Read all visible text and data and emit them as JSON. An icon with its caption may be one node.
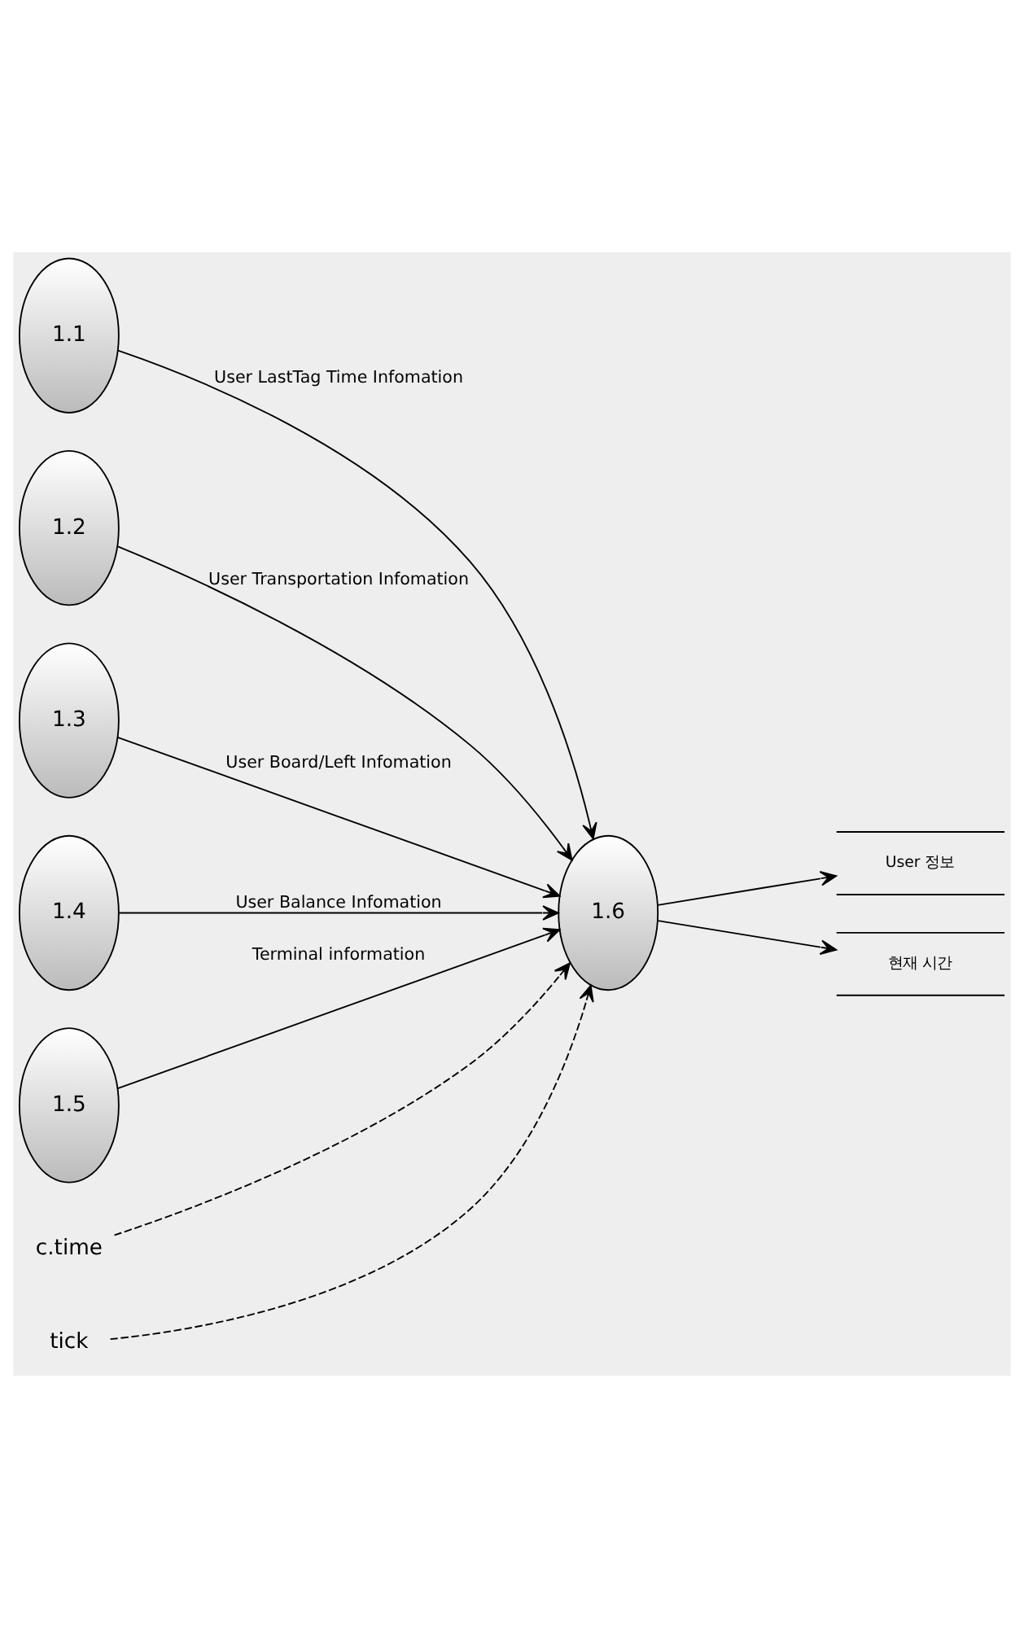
{
  "diagram": {
    "nodes": [
      {
        "text": [
          "1.1"
        ]
      },
      {
        "text": [
          "1.2"
        ]
      },
      {
        "text": [
          "1.3"
        ]
      },
      {
        "text": [
          "1.4"
        ]
      },
      {
        "text": [
          "1.5"
        ]
      },
      {
        "text": [
          "1.6"
        ]
      },
      {
        "text": [
          "User 정보"
        ]
      },
      {
        "text": [
          "현재 시간"
        ]
      },
      {
        "text": [
          "c.time"
        ]
      },
      {
        "text": [
          "tick"
        ]
      }
    ],
    "edges": [
      {
        "from": 0,
        "to": 5,
        "arrow": "to",
        "label": "User LastTag Time Infomation"
      },
      {
        "from": 1,
        "to": 5,
        "arrow": "to",
        "label": "User Transportation Infomation"
      },
      {
        "from": 2,
        "to": 5,
        "arrow": "to",
        "label": "User Board/Left Infomation"
      },
      {
        "from": 3,
        "to": 5,
        "arrow": "to",
        "label": "User Balance Infomation"
      },
      {
        "from": 4,
        "to": 5,
        "arrow": "to",
        "label": "Terminal information"
      },
      {
        "from": 8,
        "to": 5,
        "arrow": "to",
        "style": "dashed"
      },
      {
        "from": 9,
        "to": 5,
        "arrow": "to",
        "style": "dashed"
      },
      {
        "from": 5,
        "to": 6,
        "arrow": "to"
      },
      {
        "from": 5,
        "to": 7,
        "arrow": "to"
      }
    ]
  }
}
